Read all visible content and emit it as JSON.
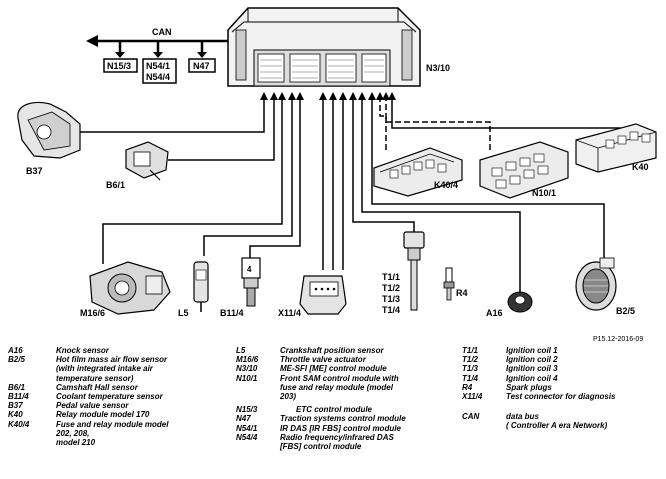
{
  "diagram": {
    "bus_label": "CAN",
    "reference": "P15.12-2016-09",
    "labels": {
      "n15_3": "N15/3",
      "n54_1": "N54/1",
      "n54_4": "N54/4",
      "n47": "N47",
      "n3_10": "N3/10",
      "b37": "B37",
      "b6_1": "B6/1",
      "k40_4": "K40/4",
      "n10_1": "N10/1",
      "k40": "K40",
      "t1_1": "T1/1",
      "t1_2": "T1/2",
      "t1_3": "T1/3",
      "t1_4": "T1/4",
      "r4": "R4",
      "a16": "A16",
      "b2_5": "B2/5",
      "m16_6": "M16/6",
      "l5": "L5",
      "b11_4": "B11/4",
      "x11_4": "X11/4"
    }
  },
  "legend": {
    "col1": [
      {
        "code": "A16",
        "desc": "Knock sensor"
      },
      {
        "code": "B2/5",
        "desc": "Hot film mass air flow sensor\n(with integrated intake air\ntemperature sensor)"
      },
      {
        "code": "B6/1",
        "desc": "Camshaft Hall sensor"
      },
      {
        "code": "B11/4",
        "desc": "Coolant temperature sensor"
      },
      {
        "code": "B37",
        "desc": "Pedal value sensor"
      },
      {
        "code": "K40",
        "desc": "Relay module model 170"
      },
      {
        "code": "K40/4",
        "desc": "Fuse and relay module model\n202, 208,\nmodel 210"
      }
    ],
    "col2": [
      {
        "code": "L5",
        "desc": "Crankshaft position sensor"
      },
      {
        "code": "M16/6",
        "desc": "Throttle valve actuator"
      },
      {
        "code": "N3/10",
        "desc": "ME-SFI [ME] control module"
      },
      {
        "code": "N10/1",
        "desc": "Front SAM control module with\nfuse and relay module (model\n203)"
      },
      {
        "code": "N15/3",
        "desc": "ETC control module"
      },
      {
        "code": "N47",
        "desc": "Traction systems control module"
      },
      {
        "code": "N54/1",
        "desc": "IR DAS [IR FBS] control module"
      },
      {
        "code": "N54/4",
        "desc": "Radio frequency/infrared DAS\n[FBS] control module"
      }
    ],
    "col3": [
      {
        "code": "T1/1",
        "desc": "Ignition coil 1"
      },
      {
        "code": "T1/2",
        "desc": "Ignition coil 2"
      },
      {
        "code": "T1/3",
        "desc": "Ignition coil 3"
      },
      {
        "code": "T1/4",
        "desc": "Ignition coil 4"
      },
      {
        "code": "R4",
        "desc": "Spark plugs"
      },
      {
        "code": "X11/4",
        "desc": "Test connector for diagnosis"
      },
      {
        "code": "CAN",
        "desc": "data bus\n( Controller A era  Network)"
      }
    ]
  }
}
